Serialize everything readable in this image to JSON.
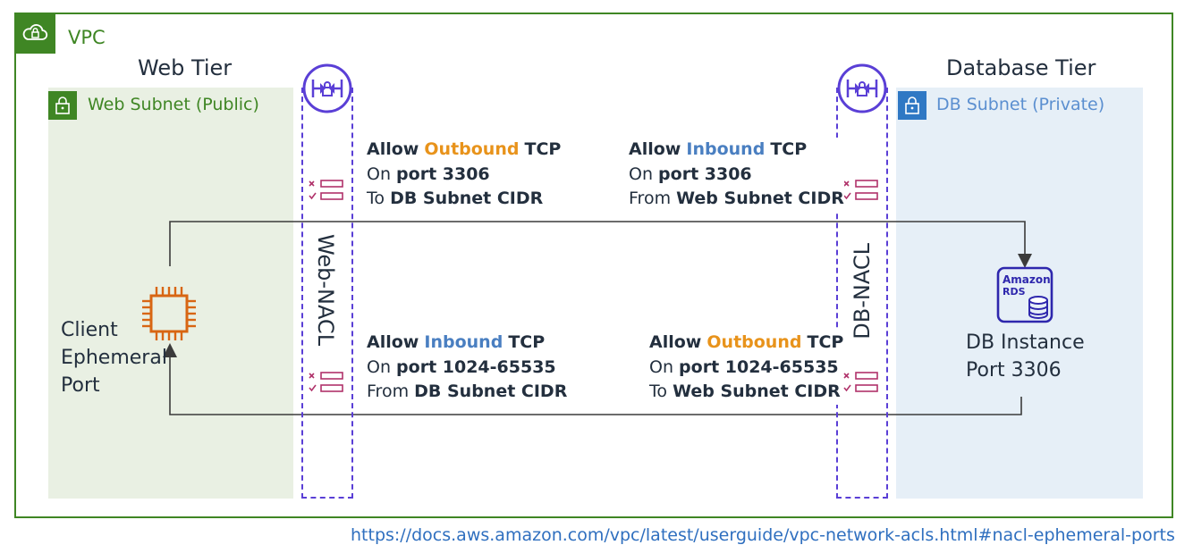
{
  "vpc": {
    "label": "VPC"
  },
  "web_tier": {
    "title": "Web Tier",
    "subnet_label": "Web Subnet (Public)",
    "nacl_label": "Web-NACL"
  },
  "db_tier": {
    "title": "Database Tier",
    "subnet_label": "DB Subnet (Private)",
    "nacl_label": "DB-NACL"
  },
  "rules": {
    "web_outbound": {
      "verb": "Allow",
      "direction": "Outbound",
      "protocol": "TCP",
      "line2_prefix": "On",
      "line2_value": "port 3306",
      "line3_prefix": "To",
      "line3_value": "DB Subnet CIDR"
    },
    "db_inbound": {
      "verb": "Allow",
      "direction": "Inbound",
      "protocol": "TCP",
      "line2_prefix": "On",
      "line2_value": "port 3306",
      "line3_prefix": "From",
      "line3_value": "Web Subnet CIDR"
    },
    "web_inbound": {
      "verb": "Allow",
      "direction": "Inbound",
      "protocol": "TCP",
      "line2_prefix": "On",
      "line2_value": "port 1024-65535",
      "line3_prefix": "From",
      "line3_value": "DB Subnet CIDR"
    },
    "db_outbound": {
      "verb": "Allow",
      "direction": "Outbound",
      "protocol": "TCP",
      "line2_prefix": "On",
      "line2_value": "port 1024-65535",
      "line3_prefix": "To",
      "line3_value": "Web Subnet CIDR"
    }
  },
  "client": {
    "line1": "Client",
    "line2": "Ephemeral",
    "line3": "Port"
  },
  "db_instance": {
    "line1": "DB Instance",
    "line2": "Port 3306",
    "icon_text1": "Amazon",
    "icon_text2": "RDS"
  },
  "url_fragment": "https://docs.aws.amazon.com/vpc/latest/userguide/vpc-network-acls.html#nacl-ephemeral-ports",
  "icons": {
    "vpc": "cloud-lock-icon",
    "subnet": "padlock-icon",
    "nacl": "network-acl-icon",
    "rule_list": "rule-list-icon",
    "client": "ec2-chip-icon",
    "db": "rds-database-icon"
  },
  "colors": {
    "vpc_green": "#3f8624",
    "web_subnet_bg": "#e9f0e3",
    "db_subnet_bg": "#e6eff7",
    "db_blue": "#2f78c4",
    "nacl_purple": "#5a3fd6",
    "inbound_blue": "#4a7fc1",
    "outbound_orange": "#e8931b",
    "ec2_orange": "#d86613",
    "rds_blue": "#2e27ad"
  }
}
